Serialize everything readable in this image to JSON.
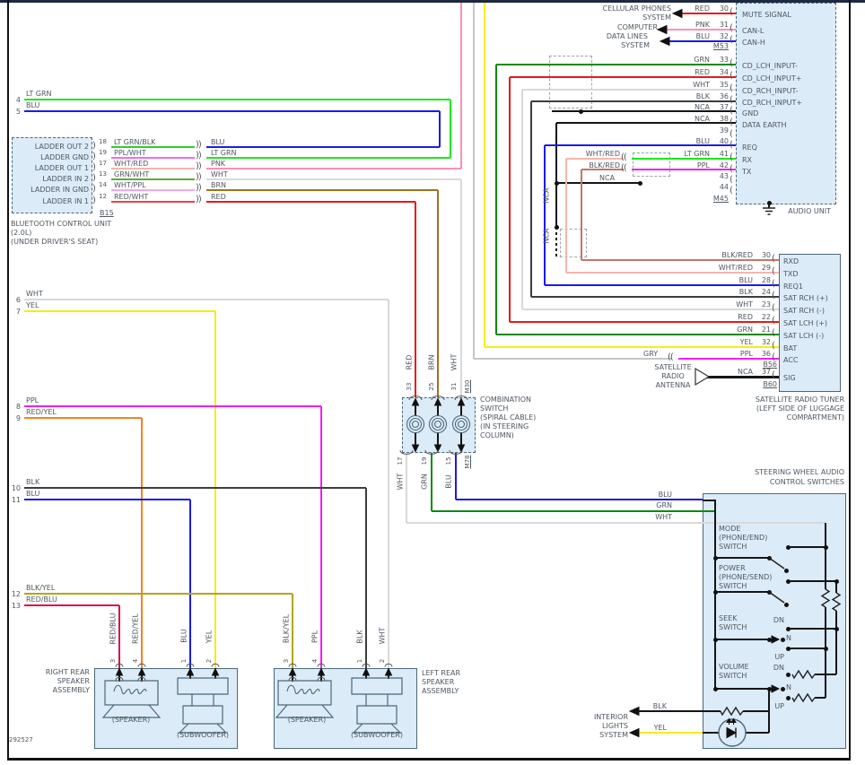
{
  "colors": {
    "RED": "#e81717",
    "PNK": "#ff8fb0",
    "BLU": "#1a1aee",
    "GRN": "#0b8a0b",
    "LT GRN": "#16e916",
    "WHT": "#d9d9d9",
    "BLK": "#3d3d3d",
    "YEL": "#f6ec13",
    "BRN": "#9b7320",
    "PPL": "#f31df3",
    "GRY": "#c6c6c6",
    "NCA": "#151515",
    "WHT/RED": "#f2b6ac",
    "BLK/RED": "#c4756b",
    "RED/YEL": "#f58220",
    "RED/BLU": "#d40f4a",
    "BLK/YEL": "#b5a514",
    "LT GRN/BLK": "#28cf28",
    "PPL/WHT": "#ef6bef",
    "WHT/PPL": "#f2a6f2",
    "GRN/WHT": "#63a83c",
    "RED/WHT": "#ef4040",
    "box_fill": "#dcebf8",
    "box_border": "#4a6878",
    "frame_top": "#1c2940"
  },
  "audio_unit": {
    "label": "AUDIO UNIT",
    "connector_top": "M53",
    "connector_bottom": "M45",
    "pins": [
      {
        "num": "30",
        "wire": "RED",
        "signal": "MUTE SIGNAL"
      },
      {
        "num": "31",
        "wire": "PNK",
        "signal": "CAN-L"
      },
      {
        "num": "32",
        "wire": "BLU",
        "signal": "CAN-H"
      },
      {
        "num": "33",
        "wire": "GRN",
        "signal": "CD_LCH_INPUT-"
      },
      {
        "num": "34",
        "wire": "RED",
        "signal": "CD_LCH_INPUT+"
      },
      {
        "num": "35",
        "wire": "WHT",
        "signal": "CD_RCH_INPUT-"
      },
      {
        "num": "36",
        "wire": "BLK",
        "signal": "CD_RCH_INPUT+"
      },
      {
        "num": "37",
        "wire": "NCA",
        "signal": "GND"
      },
      {
        "num": "38",
        "wire": "NCA",
        "signal": "DATA EARTH"
      },
      {
        "num": "39",
        "wire": "",
        "signal": ""
      },
      {
        "num": "40",
        "wire": "BLU",
        "signal": "REQ"
      },
      {
        "num": "41",
        "wire": "LT GRN",
        "signal": "RX"
      },
      {
        "num": "42",
        "wire": "PPL",
        "signal": "TX"
      },
      {
        "num": "43",
        "wire": "",
        "signal": ""
      },
      {
        "num": "44",
        "wire": "",
        "signal": ""
      }
    ]
  },
  "systems": {
    "cellular": [
      "CELLULAR PHONES",
      "SYSTEM"
    ],
    "computer": [
      "COMPUTER",
      "DATA LINES",
      "SYSTEM"
    ],
    "interior": [
      "INTERIOR",
      "LIGHTS",
      "SYSTEM"
    ]
  },
  "inline_labels": {
    "wht_red": "WHT/RED",
    "blk_red": "BLK/RED",
    "gry": "GRY"
  },
  "misc": {
    "nca": "NCA"
  },
  "bluetooth": {
    "title": [
      "BLUETOOTH CONTROL UNIT",
      "(2.0L)",
      "(UNDER DRIVER'S SEAT)"
    ],
    "connector": "B15",
    "rows": [
      {
        "signal": "LADDER OUT 2",
        "pin": "18",
        "wire_in": "LT GRN/BLK",
        "wire_out": "BLU"
      },
      {
        "signal": "LADDER GND",
        "pin": "19",
        "wire_in": "PPL/WHT",
        "wire_out": "LT GRN"
      },
      {
        "signal": "LADDER OUT 1",
        "pin": "17",
        "wire_in": "WHT/RED",
        "wire_out": "PNK"
      },
      {
        "signal": "LADDER IN 2",
        "pin": "13",
        "wire_in": "GRN/WHT",
        "wire_out": "WHT"
      },
      {
        "signal": "LADDER IN GND",
        "pin": "14",
        "wire_in": "WHT/PPL",
        "wire_out": "BRN"
      },
      {
        "signal": "LADDER IN 1",
        "pin": "12",
        "wire_in": "RED/WHT",
        "wire_out": "RED"
      }
    ]
  },
  "left_wires": [
    {
      "num": "4",
      "color": "LT GRN"
    },
    {
      "num": "5",
      "color": "BLU"
    },
    {
      "num": "6",
      "color": "WHT"
    },
    {
      "num": "7",
      "color": "YEL"
    },
    {
      "num": "8",
      "color": "PPL"
    },
    {
      "num": "9",
      "color": "RED/YEL"
    },
    {
      "num": "10",
      "color": "BLK"
    },
    {
      "num": "11",
      "color": "BLU"
    },
    {
      "num": "12",
      "color": "BLK/YEL"
    },
    {
      "num": "13",
      "color": "RED/BLU"
    }
  ],
  "combination_switch": {
    "label": [
      "COMBINATION",
      "SWITCH",
      "(SPIRAL CABLE)",
      "(IN STEERING",
      "COLUMN)"
    ],
    "top": {
      "connector": "M30",
      "pins": [
        {
          "wire": "RED",
          "num": "33"
        },
        {
          "wire": "BRN",
          "num": "25"
        },
        {
          "wire": "WHT",
          "num": "31"
        }
      ]
    },
    "bottom": {
      "connector": "M78",
      "pins": [
        {
          "wire": "WHT",
          "num": "17"
        },
        {
          "wire": "GRN",
          "num": "19"
        },
        {
          "wire": "BLU",
          "num": "15"
        }
      ]
    }
  },
  "satellite_tuner": {
    "title": [
      "SATELLITE RADIO TUNER",
      "(LEFT SIDE OF LUGGAGE",
      "COMPARTMENT)"
    ],
    "connector_main": "B56",
    "connector_antenna": "B60",
    "pins": [
      {
        "wire": "BLK/RED",
        "num": "30",
        "signal": "RXD"
      },
      {
        "wire": "WHT/RED",
        "num": "29",
        "signal": "TXD"
      },
      {
        "wire": "BLU",
        "num": "28",
        "signal": "REQ1"
      },
      {
        "wire": "BLK",
        "num": "24",
        "signal": "SAT RCH (+)"
      },
      {
        "wire": "WHT",
        "num": "23",
        "signal": "SAT RCH (-)"
      },
      {
        "wire": "RED",
        "num": "22",
        "signal": "SAT LCH (+)"
      },
      {
        "wire": "GRN",
        "num": "21",
        "signal": "SAT LCH (-)"
      },
      {
        "wire": "YEL",
        "num": "32",
        "signal": "BAT"
      },
      {
        "wire": "PPL",
        "num": "36",
        "signal": "ACC"
      },
      {
        "wire": "NCA",
        "num": "37",
        "signal": "SIG"
      }
    ]
  },
  "antenna": {
    "label": [
      "SATELLITE",
      "RADIO",
      "ANTENNA"
    ]
  },
  "steering": {
    "title": [
      "STEERING WHEEL AUDIO",
      "CONTROL SWITCHES"
    ],
    "in_wires": [
      "BLU",
      "GRN",
      "WHT"
    ],
    "mode": [
      "MODE",
      "(PHONE/END)",
      "SWITCH"
    ],
    "power": [
      "POWER",
      "(PHONE/SEND)",
      "SWITCH"
    ],
    "seek": [
      "SEEK",
      "SWITCH"
    ],
    "volume": [
      "VOLUME",
      "SWITCH"
    ],
    "dn": "DN",
    "n": "N",
    "up": "UP",
    "out": [
      "BLK",
      "YEL"
    ]
  },
  "speakers": {
    "right": {
      "label": [
        "RIGHT REAR",
        "SPEAKER",
        "ASSEMBLY"
      ],
      "pins": [
        "3",
        "4",
        "1",
        "2"
      ],
      "wires": [
        "RED/BLU",
        "RED/YEL",
        "BLU",
        "YEL"
      ],
      "parts": [
        "(SPEAKER)",
        "(SUBWOOFER)"
      ]
    },
    "left": {
      "label": [
        "LEFT REAR",
        "SPEAKER",
        "ASSEMBLY"
      ],
      "pins": [
        "3",
        "4",
        "1",
        "2"
      ],
      "wires": [
        "BLK/YEL",
        "PPL",
        "BLK",
        "WHT"
      ],
      "parts": [
        "(SPEAKER)",
        "(SUBWOOFER)"
      ]
    }
  },
  "symbols": {
    "pin_l": "(",
    "pin_r": ")",
    "conn_l": "((",
    "conn_r": "))"
  },
  "footer": "292527"
}
